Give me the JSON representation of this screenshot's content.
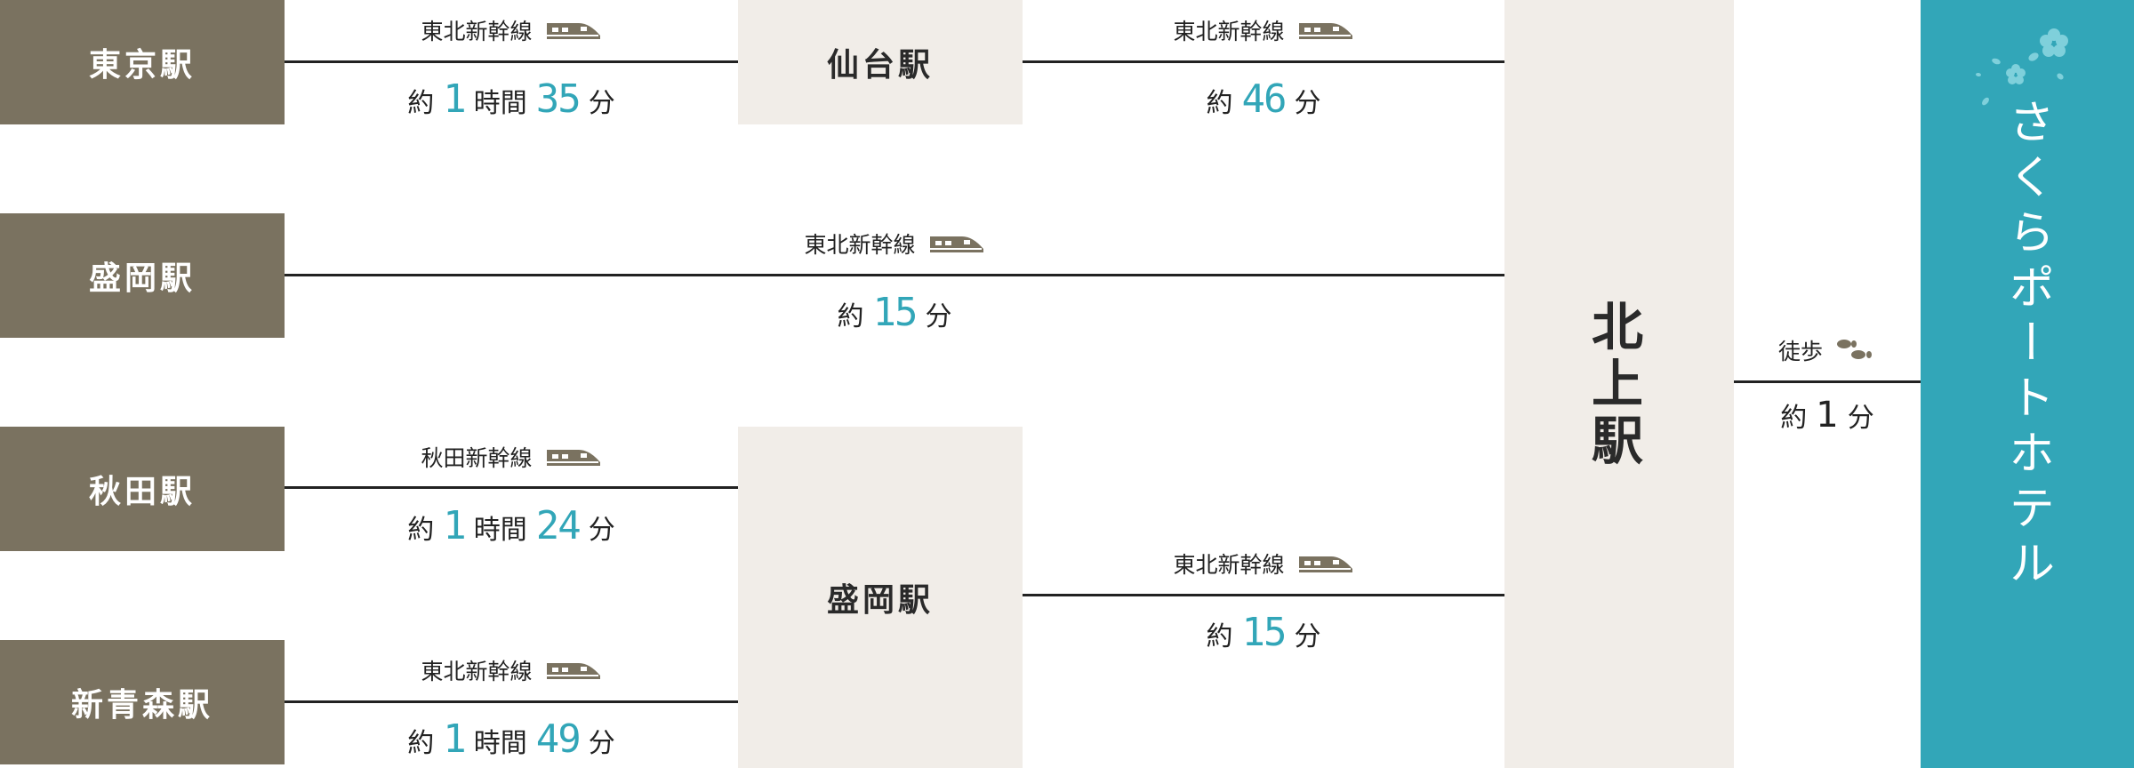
{
  "colors": {
    "origin_fill": "#7a7260",
    "hub_fill": "#f1ede8",
    "accent_teal": "#32a6b8",
    "line": "#222222",
    "icon_gray": "#7a7260"
  },
  "stations": {
    "tokyo": "東京駅",
    "morioka_1": "盛岡駅",
    "akita": "秋田駅",
    "shin_aomori": "新青森駅",
    "sendai": "仙台駅",
    "morioka_hub": "盛岡駅",
    "kitakami": [
      "北",
      "上",
      "駅"
    ]
  },
  "hotel": {
    "name": "さくらポートホテル"
  },
  "routes": {
    "tokyo_sendai": {
      "line": "東北新幹線",
      "prefix": "約",
      "h": "1",
      "h_unit": "時間",
      "m": "35",
      "m_unit": "分"
    },
    "sendai_kitakami": {
      "line": "東北新幹線",
      "prefix": "約",
      "m": "46",
      "m_unit": "分"
    },
    "morioka_kitakami": {
      "line": "東北新幹線",
      "prefix": "約",
      "m": "15",
      "m_unit": "分"
    },
    "akita_morioka": {
      "line": "秋田新幹線",
      "prefix": "約",
      "h": "1",
      "h_unit": "時間",
      "m": "24",
      "m_unit": "分"
    },
    "shinaomori_morioka": {
      "line": "東北新幹線",
      "prefix": "約",
      "h": "1",
      "h_unit": "時間",
      "m": "49",
      "m_unit": "分"
    },
    "moriokahub_kitakami": {
      "line": "東北新幹線",
      "prefix": "約",
      "m": "15",
      "m_unit": "分"
    },
    "walk": {
      "mode": "徒歩",
      "prefix": "約",
      "m": "1",
      "m_unit": "分"
    }
  },
  "icons": {
    "train": "shinkansen-icon",
    "walk": "footprints-icon",
    "sakura": "sakura-petals-icon"
  }
}
